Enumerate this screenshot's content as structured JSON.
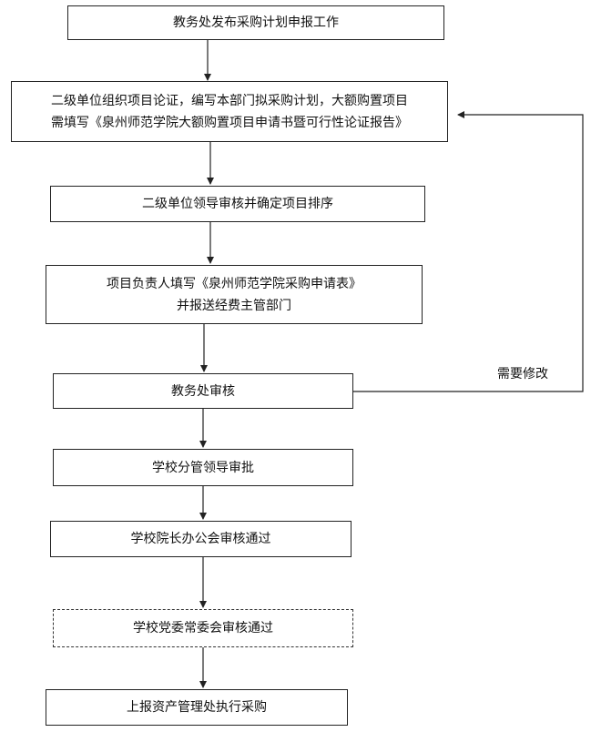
{
  "steps": [
    {
      "id": "step1",
      "label": "教务处发布采购计划申报工作"
    },
    {
      "id": "step2",
      "label": "二级单位组织项目论证，编写本部门拟采购计划，大额购置项目\n需填写《泉州师范学院大额购置项目申请书暨可行性论证报告》"
    },
    {
      "id": "step3",
      "label": "二级单位领导审核并确定项目排序"
    },
    {
      "id": "step4",
      "label": "项目负责人填写《泉州师范学院采购申请表》\n并报送经费主管部门"
    },
    {
      "id": "step5",
      "label": "教务处审核"
    },
    {
      "id": "step6",
      "label": "学校分管领导审批"
    },
    {
      "id": "step7",
      "label": "学校院长办公会审核通过"
    },
    {
      "id": "step8",
      "label": "学校党委常委会审核通过"
    },
    {
      "id": "step9",
      "label": "上报资产管理处执行采购"
    }
  ],
  "feedback": {
    "label": "需要修改"
  },
  "colors": {
    "line": "#222222",
    "border": "#222222"
  }
}
